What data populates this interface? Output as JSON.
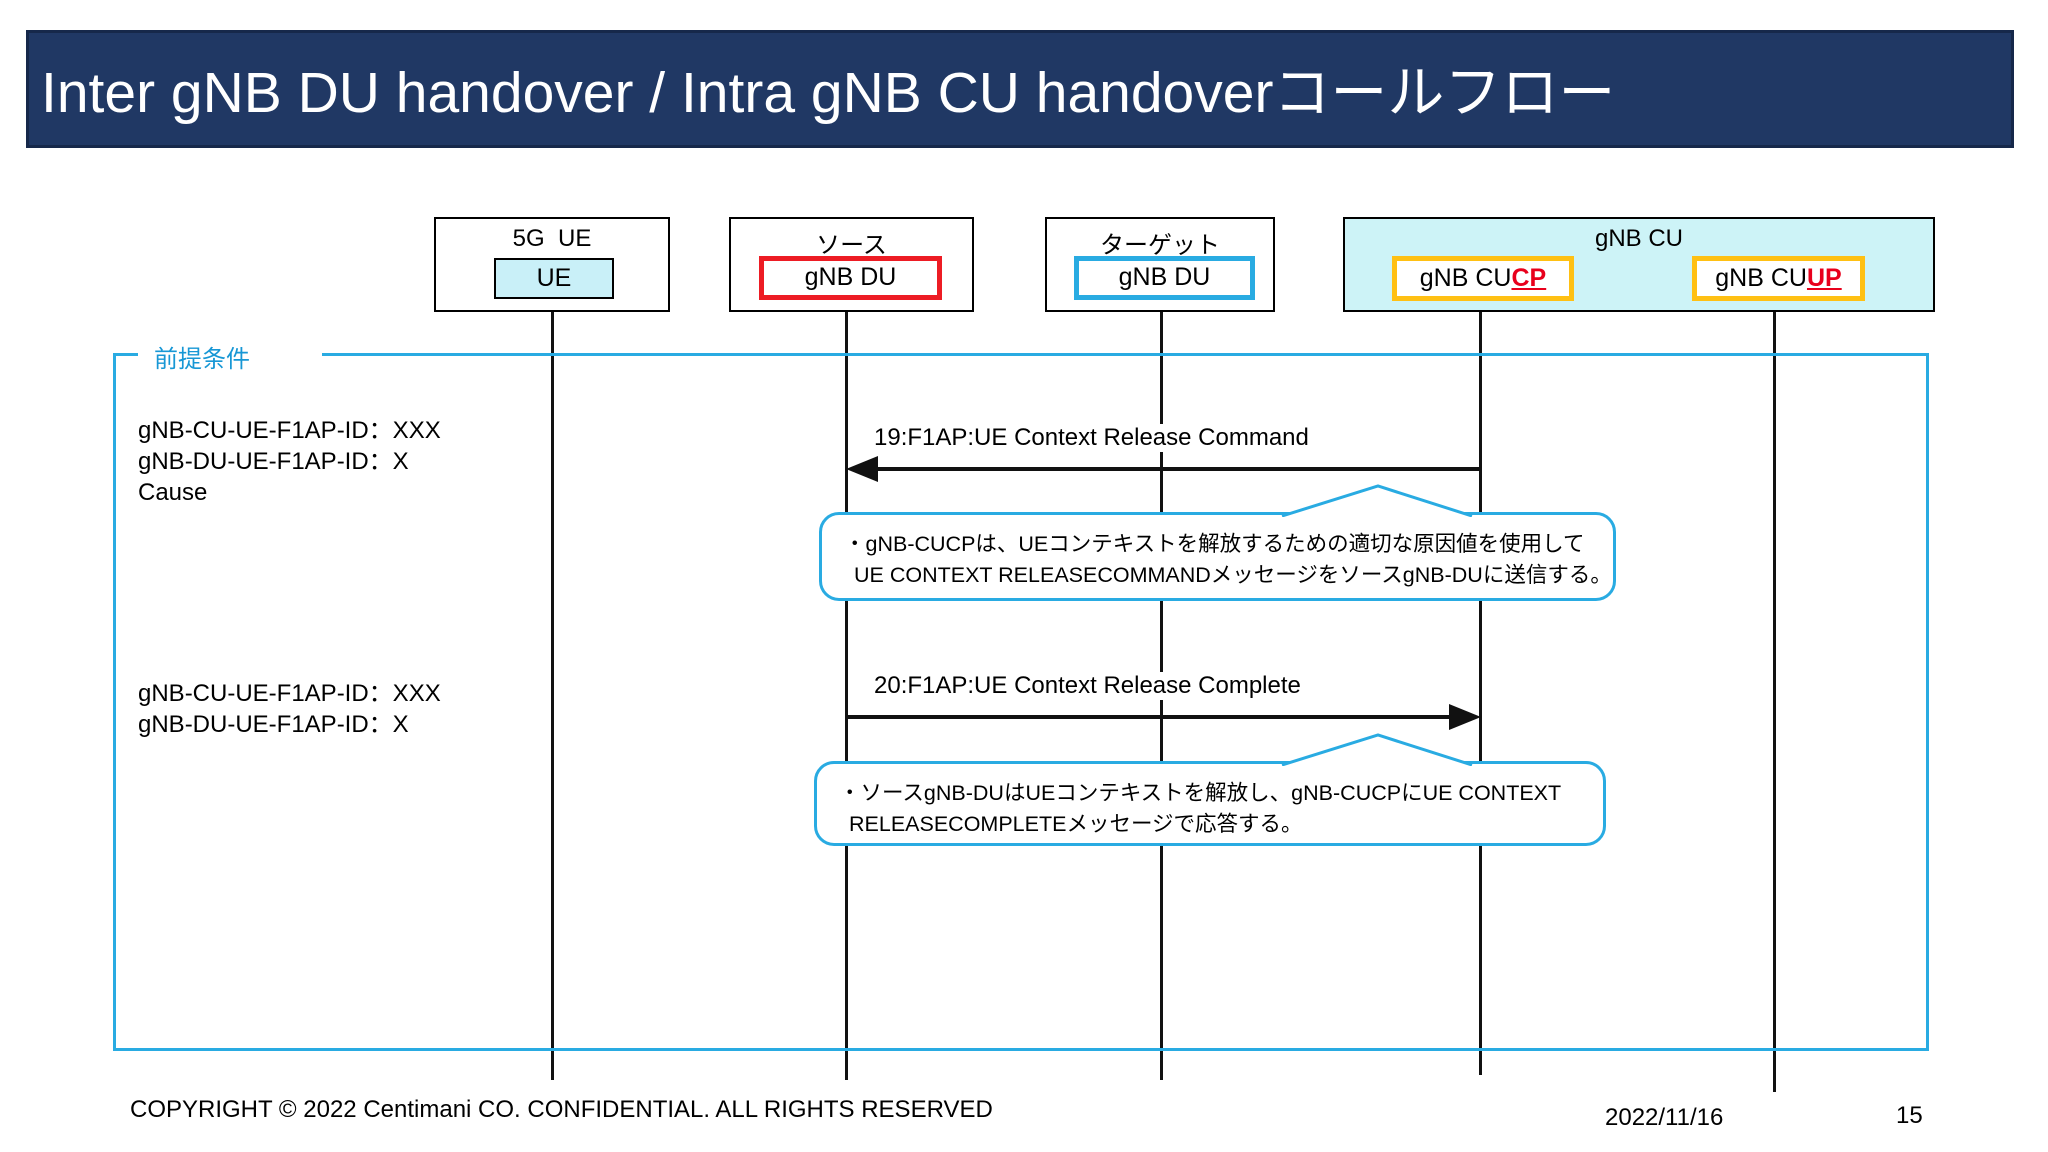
{
  "title": "Inter gNB DU handover / Intra gNB CU handoverコールフロー",
  "actors": {
    "ue_group": "5G  UE",
    "ue": "UE",
    "source_group": "ソース",
    "source_node": "gNB DU",
    "target_group": "ターゲット",
    "target_node": "gNB DU",
    "cu_group": "gNB CU",
    "cucp_prefix": "gNB CU",
    "cucp_suffix": "CP",
    "cuup_prefix": "gNB CU",
    "cuup_suffix": "UP"
  },
  "precondition_label": "前提条件",
  "annotations": [
    {
      "lines": [
        "gNB-CU-UE-F1AP-ID：XXX",
        "gNB-DU-UE-F1AP-ID：X",
        "Cause"
      ]
    },
    {
      "lines": [
        "gNB-CU-UE-F1AP-ID：XXX",
        "gNB-DU-UE-F1AP-ID：X"
      ]
    }
  ],
  "messages": [
    {
      "label": "19:F1AP:UE Context Release Command",
      "direction": "left",
      "from": "gNB CUCP",
      "to": "source gNB DU",
      "note_line1": "・gNB-CUCPは、UEコンテキストを解放するための適切な原因値を使用して",
      "note_line2": "UE CONTEXT RELEASECOMMANDメッセージをソースgNB-DUに送信する。"
    },
    {
      "label": "20:F1AP:UE Context Release Complete",
      "direction": "right",
      "from": "source gNB DU",
      "to": "gNB CUCP",
      "note_line1": "・ソースgNB-DUはUEコンテキストを解放し、gNB-CUCPにUE CONTEXT",
      "note_line2": "RELEASECOMPLETEメッセージで応答する。"
    }
  ],
  "footer": {
    "copyright": "COPYRIGHT © 2022 Centimani CO. CONFIDENTIAL. ALL RIGHTS RESERVED",
    "date": "2022/11/16",
    "page": "15"
  },
  "colors": {
    "title_bg": "#203864",
    "cyan_fill": "#c9f0f8",
    "cu_fill": "#cdf3f7",
    "red_border": "#ed1c24",
    "blue_border": "#29abe2",
    "orange_border": "#ffc013",
    "precondition_text": "#1797d5"
  }
}
